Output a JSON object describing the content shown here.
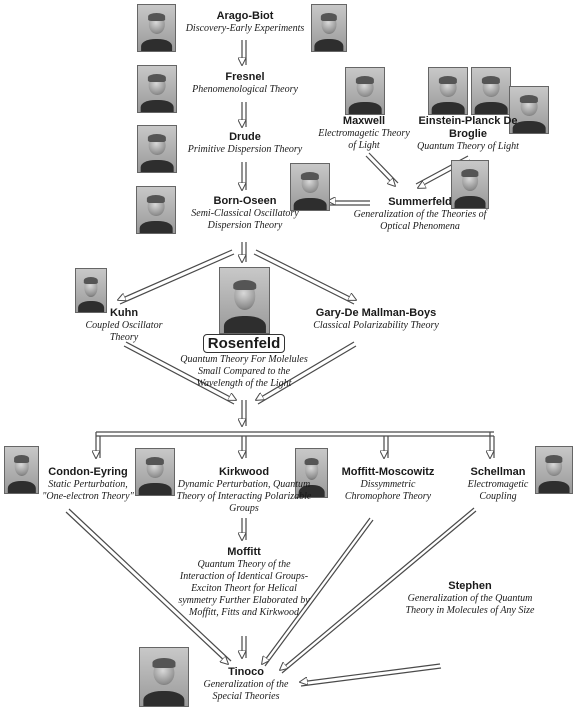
{
  "nodes": {
    "arago_biot": {
      "name": "Arago-Biot",
      "desc": "Discovery-Early Experiments"
    },
    "fresnel": {
      "name": "Fresnel",
      "desc": "Phenomenological Theory"
    },
    "maxwell": {
      "name": "Maxwell",
      "desc": "Electromagetic Theory of Light"
    },
    "einstein": {
      "name": "Einstein-Planck De Broglie",
      "desc": "Quantum Theory of Light"
    },
    "drude": {
      "name": "Drude",
      "desc": "Primitive Dispersion Theory"
    },
    "born_oseen": {
      "name": "Born-Oseen",
      "desc": "Semi-Classical Oscillatory Dispersion Theory"
    },
    "summerfeld": {
      "name": "Summerfeld",
      "desc": "Generalization of the Theories of Optical Phenomena"
    },
    "kuhn": {
      "name": "Kuhn",
      "desc": "Coupled Oscillator Theory"
    },
    "gary": {
      "name": "Gary-De Mallman-Boys",
      "desc": "Classical Polarizability Theory"
    },
    "rosenfeld": {
      "name": "Rosenfeld",
      "desc": "Quantum Theory For Molelules Small Compared to the Wavelength of the Light"
    },
    "condon": {
      "name": "Condon-Eyring",
      "desc": "Static Perturbation, \"One-electron Theory\""
    },
    "kirkwood": {
      "name": "Kirkwood",
      "desc": "Dynamic Perturbation, Quantum Theory of Interacting Polarizable Groups"
    },
    "moffitt_moscowitz": {
      "name": "Moffitt-Moscowitz",
      "desc": "Dissymmetric Chromophore Theory"
    },
    "schellman": {
      "name": "Schellman",
      "desc": "Electromagetic Coupling"
    },
    "moffitt": {
      "name": "Moffitt",
      "desc": "Quantum Theory of the Interaction of Identical Groups-Exciton Theort for Helical symmetry Further Elaborated by Moffitt, Fitts and Kirkwood"
    },
    "stephen": {
      "name": "Stephen",
      "desc": "Generalization of the Quantum Theory in Molecules of Any Size"
    },
    "tinoco": {
      "name": "Tinoco",
      "desc": "Generalization of the Special Theories"
    }
  },
  "colors": {
    "text": "#1a1a1a",
    "arrow": "#4a4a4a",
    "background": "#ffffff"
  }
}
